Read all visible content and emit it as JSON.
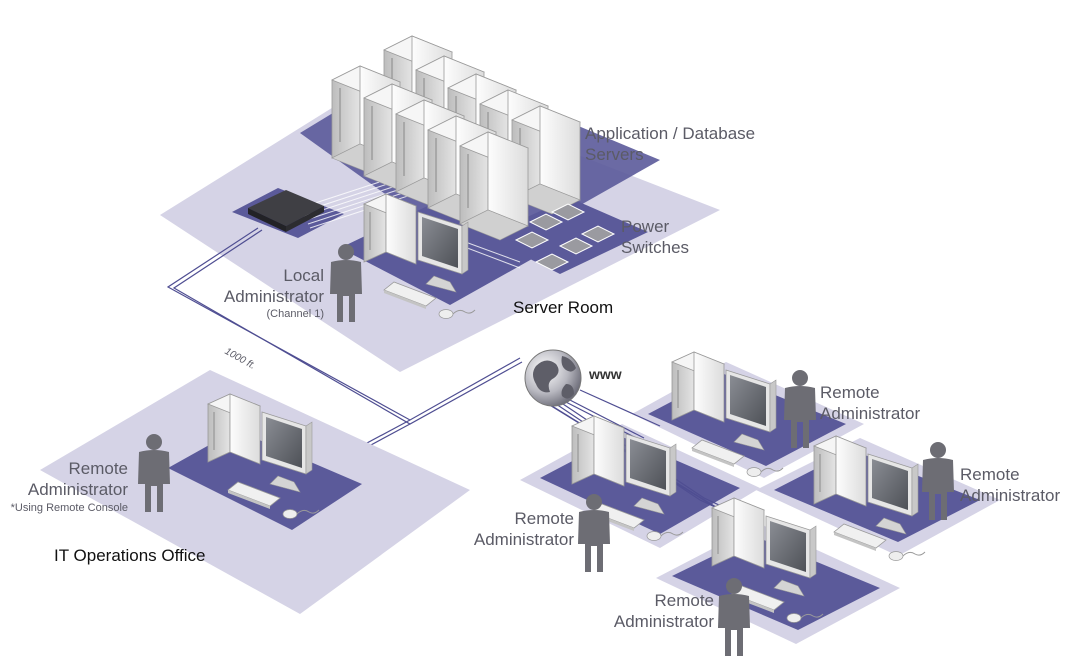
{
  "labels": {
    "app_servers_line1": "Application / Database",
    "app_servers_line2": "Servers",
    "power_switches_line1": "Power",
    "power_switches_line2": "Switches",
    "server_room": "Server Room",
    "local_admin_line1": "Local",
    "local_admin_line2": "Administrator",
    "local_admin_channel": "(Channel 1)",
    "distance": "1000 ft.",
    "www": "www",
    "it_admin_line1": "Remote",
    "it_admin_line2": "Administrator",
    "it_admin_note": "*Using Remote Console",
    "it_office": "IT Operations Office",
    "remote_1_line1": "Remote",
    "remote_1_line2": "Administrator",
    "remote_2_line1": "Remote",
    "remote_2_line2": "Administrator",
    "remote_3_line1": "Remote",
    "remote_3_line2": "Administrator",
    "remote_4_line1": "Remote",
    "remote_4_line2": "Administrator"
  },
  "colors": {
    "floor_light": "#d5d3e6",
    "floor_dark": "#5b5a9a",
    "cable": "#4f4e92",
    "person": "#6d6d74",
    "server_light": "#f4f4f4",
    "server_shade": "#c4c4c4"
  }
}
